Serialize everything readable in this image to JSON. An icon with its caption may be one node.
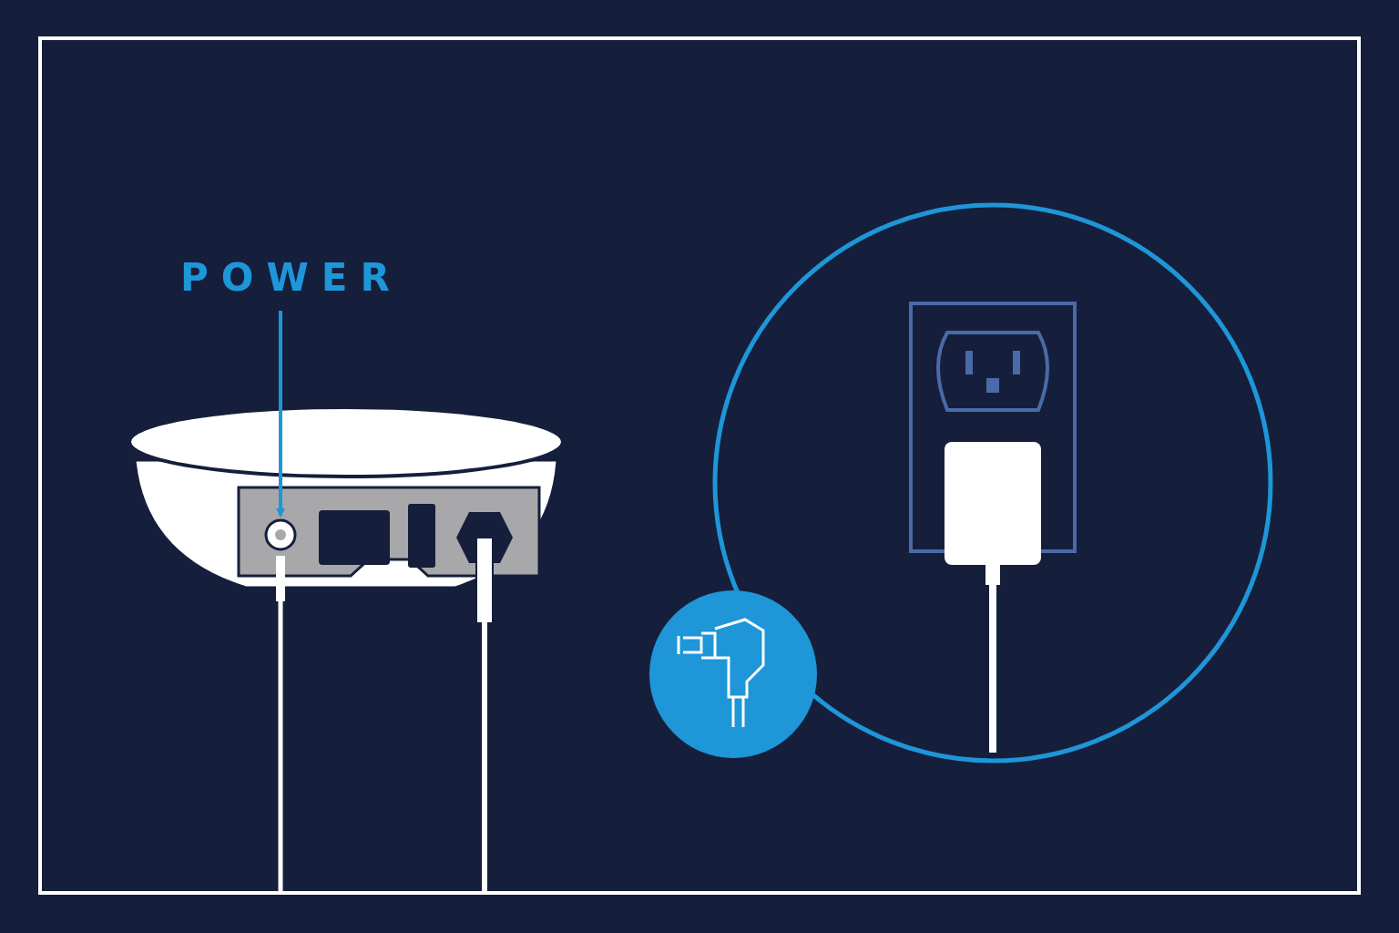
{
  "diagram": {
    "nodes": [
      {
        "text": [
          "POWER"
        ]
      },
      {
        "text": [],
        "shape": "picture"
      }
    ],
    "edges": [
      {
        "from": 0,
        "to": 1,
        "arrow": "to"
      }
    ]
  }
}
